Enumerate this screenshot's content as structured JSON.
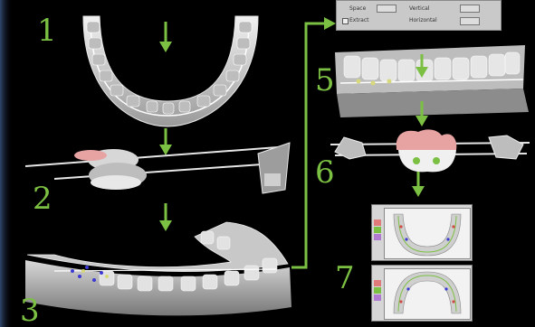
{
  "steps": {
    "n1": "1",
    "n2": "2",
    "n3": "3",
    "n5": "5",
    "n6": "6",
    "n7": "7"
  },
  "dialog": {
    "field1": "Space",
    "field2": "Extract",
    "field3": "Vertical",
    "field4": "Horizontal"
  },
  "colors": {
    "accent_green": "#7cc043",
    "background": "#000000",
    "model_gray": "#cfcfcf",
    "gum_pink": "#e7a2a2",
    "bracket_blue": "#3a3ad0"
  }
}
